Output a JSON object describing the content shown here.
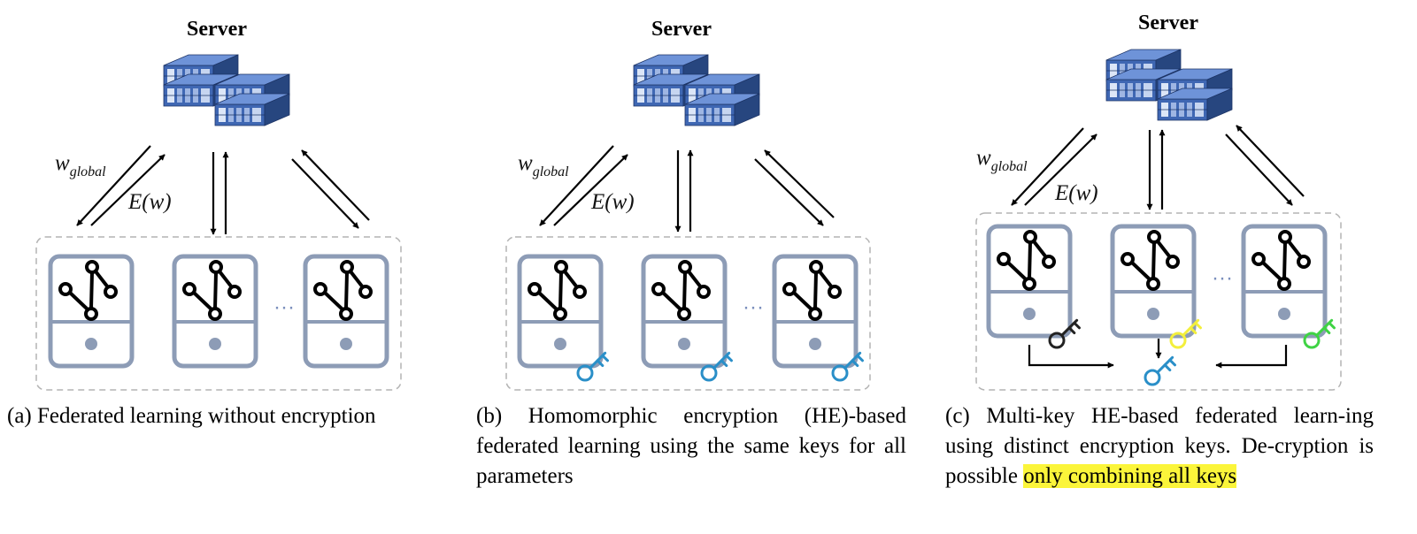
{
  "panels": [
    {
      "server_label": "Server",
      "w_symbol": "w",
      "w_subscript": "global",
      "ew_label": "E(w)",
      "ellipsis": "···",
      "key_style": "none",
      "caption": {
        "text": "(a) Federated learning without encryption",
        "highlight": ""
      }
    },
    {
      "server_label": "Server",
      "w_symbol": "w",
      "w_subscript": "global",
      "ew_label": "E(w)",
      "ellipsis": "···",
      "key_style": "same",
      "caption": {
        "text": "(b) Homomorphic encryption (HE)-based federated learning using the same keys for all parameters",
        "highlight": ""
      }
    },
    {
      "server_label": "Server",
      "w_symbol": "w",
      "w_subscript": "global",
      "ew_label": "E(w)",
      "ellipsis": "···",
      "key_style": "distinct",
      "caption": {
        "text": "(c) Multi-key HE-based federated learn-ing using distinct encryption keys. De-cryption is possible ",
        "highlight": "only combining all keys"
      }
    }
  ],
  "colors": {
    "device": "#8d9cb6",
    "dashed_box": "#b4b4b4",
    "ellipsis": "#7b8fbd",
    "key_blue": "#2a8fc8",
    "key_black": "#222222",
    "key_yellow": "#f3ef3c",
    "key_green": "#3fd344",
    "highlight": "#fbf53a",
    "server_front": "#3f67b3",
    "server_side": "#27467f",
    "server_top": "#6e93d8"
  },
  "icons": [
    "server-icon",
    "phone-icon",
    "git-branch-icon",
    "key-icon",
    "arrow-icon"
  ]
}
